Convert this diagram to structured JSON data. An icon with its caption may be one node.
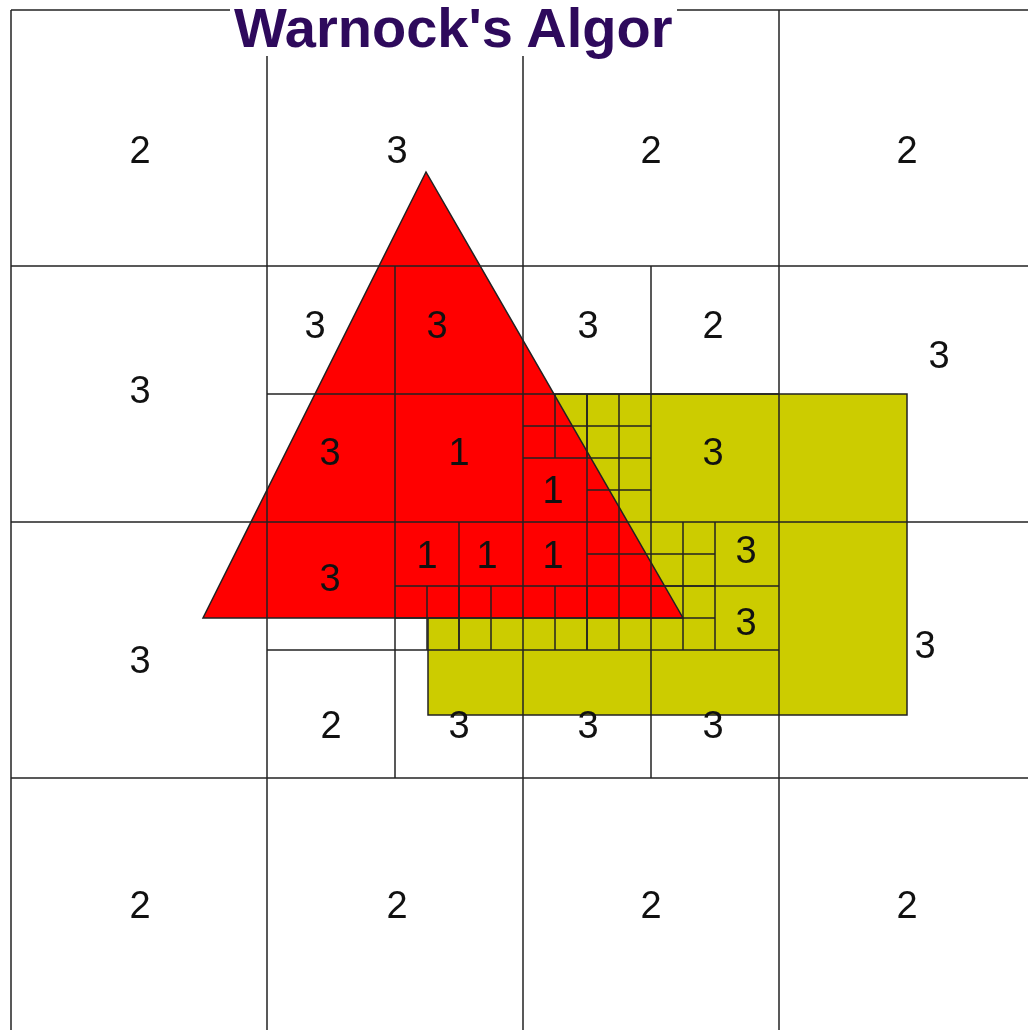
{
  "diagram": {
    "title": "Warnock's Algor",
    "labels": [
      "2",
      "3",
      "2",
      "2",
      "3",
      "3",
      "3",
      "2",
      "3",
      "3",
      "3",
      "1",
      "3",
      "1",
      "1",
      "1",
      "1",
      "3",
      "3",
      "3",
      "3",
      "3",
      "2",
      "3",
      "3",
      "3",
      "2",
      "2",
      "2",
      "2"
    ]
  }
}
